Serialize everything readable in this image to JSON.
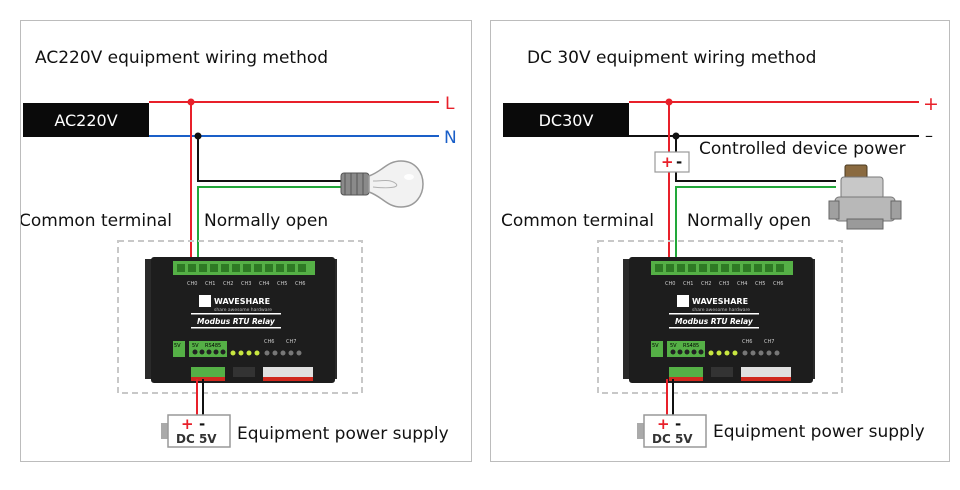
{
  "left": {
    "title": "AC220V equipment wiring method",
    "source_label": "AC220V",
    "line_l": "L",
    "line_n": "N",
    "common_label": "Common terminal",
    "no_label": "Normally open",
    "psu_plus": "+",
    "psu_minus": "-",
    "psu_label": "DC 5V",
    "psu_caption": "Equipment power supply"
  },
  "right": {
    "title": "DC 30V equipment wiring method",
    "source_label": "DC30V",
    "line_plus": "+",
    "line_minus": "–",
    "device_power_label": "Controlled device power",
    "device_plus": "+",
    "device_minus": "-",
    "common_label": "Common terminal",
    "no_label": "Normally open",
    "psu_plus": "+",
    "psu_minus": "-",
    "psu_label": "DC 5V",
    "psu_caption": "Equipment power supply"
  },
  "relay": {
    "brand": "WAVESHARE",
    "tagline": "share awesome hardware",
    "model": "Modbus RTU Relay",
    "label_5v_a": "5V",
    "label_5v_b": "5V",
    "label_rs485": "RS485",
    "label_ch6": "CH6",
    "label_ch7": "CH7",
    "terminal_labels": [
      "CH0",
      "CH1",
      "CH2",
      "CH3",
      "CH4",
      "CH5",
      "CH6"
    ]
  },
  "colors": {
    "red": "#e8202a",
    "blue": "#1a5fc8",
    "green": "#22a83a",
    "black": "#111111",
    "accent_label": "#1a5fc8"
  },
  "icons": [
    "lightbulb-icon",
    "solenoid-valve-icon",
    "relay-module-icon",
    "power-supply-icon"
  ]
}
